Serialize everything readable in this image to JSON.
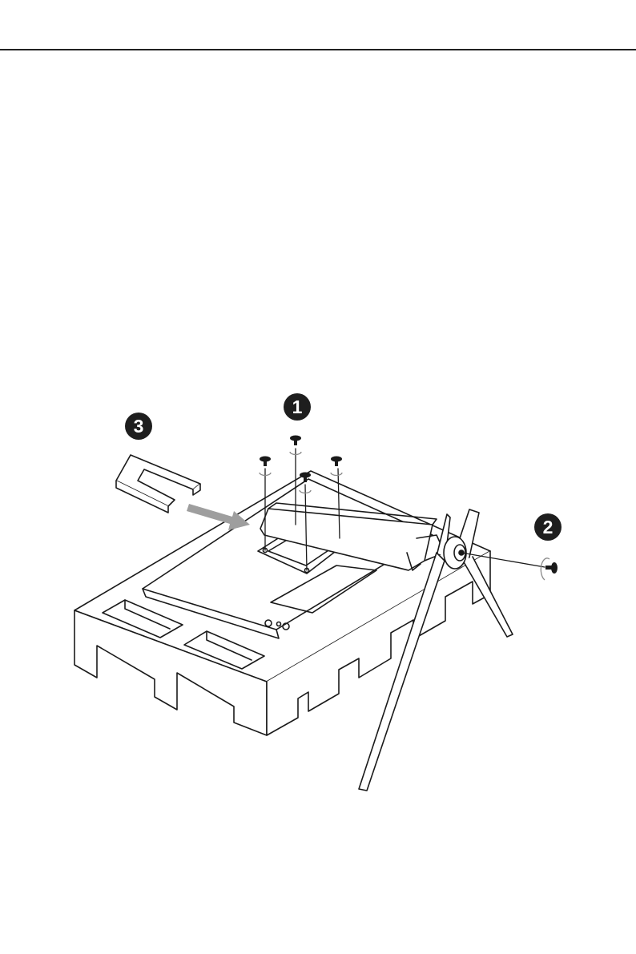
{
  "steps": {
    "one": "1",
    "two": "2",
    "three": "3"
  },
  "colors": {
    "line": "#1a1a1a",
    "badge": "#1e1e1e",
    "arrow": "#9e9e9e"
  }
}
